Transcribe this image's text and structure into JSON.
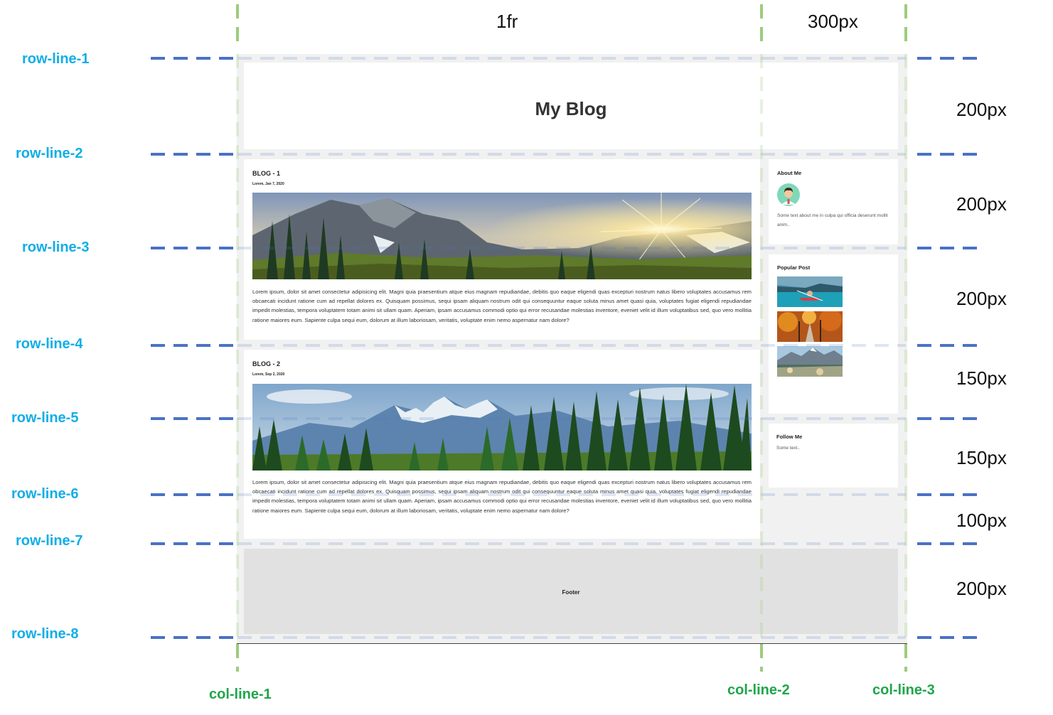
{
  "columns": {
    "track_labels": [
      "1fr",
      "300px"
    ],
    "line_labels": [
      "col-line-1",
      "col-line-2",
      "col-line-3"
    ],
    "line_color": "#9ccc7c",
    "label_color": "#1fa64a"
  },
  "rows": {
    "line_labels": [
      "row-line-1",
      "row-line-2",
      "row-line-3",
      "row-line-4",
      "row-line-5",
      "row-line-6",
      "row-line-7",
      "row-line-8"
    ],
    "track_labels": [
      "200px",
      "200px",
      "200px",
      "150px",
      "150px",
      "100px",
      "200px"
    ],
    "line_color": "#4a72c4",
    "label_color": "#11aee6"
  },
  "header": {
    "title": "My Blog"
  },
  "posts": [
    {
      "title": "BLOG - 1",
      "date": "Lorem, Jan 7, 2020",
      "image": "mountain-sunset-image",
      "body": "Lorem ipsum, dolor sit amet consectetur adipisicing elit. Magni quia praesentium atque eius magnam repudiandae, debitis quo eaque eligendi quas excepturi nostrum natus libero voluptates accusamus rem obcaecati incidunt ratione cum ad repellat dolores ex. Quisquam possimus, sequi ipsam aliquam nostrum odit qui consequuntur eaque soluta minus amet quasi quia, voluptates fugiat eligendi repudiandae impedit molestias, tempora voluptatem totam animi sit ullam quam. Aperiam, ipsam accusamus commodi optio qui error recusandae molestias inventore, eveniet velit id illum voluptatibus sed, quo vero mollitia ratione maiores eum. Sapiente culpa sequi eum, dolorum at illum laboriosam, veritatis, voluptate enim nemo aspernatur nam dolore?"
    },
    {
      "title": "BLOG - 2",
      "date": "Lorem, Sep 2, 2020",
      "image": "pine-forest-mountains-image",
      "body": "Lorem ipsum, dolor sit amet consectetur adipisicing elit. Magni quia praesentium atque eius magnam repudiandae, debitis quo eaque eligendi quas excepturi nostrum natus libero voluptates accusamus rem obcaecati incidunt ratione cum ad repellat dolores ex. Quisquam possimus, sequi ipsam aliquam nostrum odit qui consequuntur eaque soluta minus amet quasi quia, voluptates fugiat eligendi repudiandae impedit molestias, tempora voluptatem totam animi sit ullam quam. Aperiam, ipsam accusamus commodi optio qui error recusandae molestias inventore, eveniet velit id illum voluptatibus sed, quo vero mollitia ratione maiores eum. Sapiente culpa sequi eum, dolorum at illum laboriosam, veritatis, voluptate enim nemo aspernatur nam dolore?"
    }
  ],
  "sidebar": {
    "about": {
      "title": "About Me",
      "avatar": "avatar-icon",
      "text": "Some text about me in culpa qui officia deserunt mollit anim.."
    },
    "popular": {
      "title": "Popular Post",
      "thumbs": [
        "lake-kayak-thumbnail",
        "autumn-road-thumbnail",
        "alpine-lake-thumbnail"
      ]
    },
    "follow": {
      "title": "Follow Me",
      "text": "Some text.."
    }
  },
  "footer": {
    "text": "Footer"
  },
  "colors": {
    "page_bg": "#f1f1f1",
    "panel_bg": "#ffffff",
    "footer_bg": "#e1e1e1"
  }
}
